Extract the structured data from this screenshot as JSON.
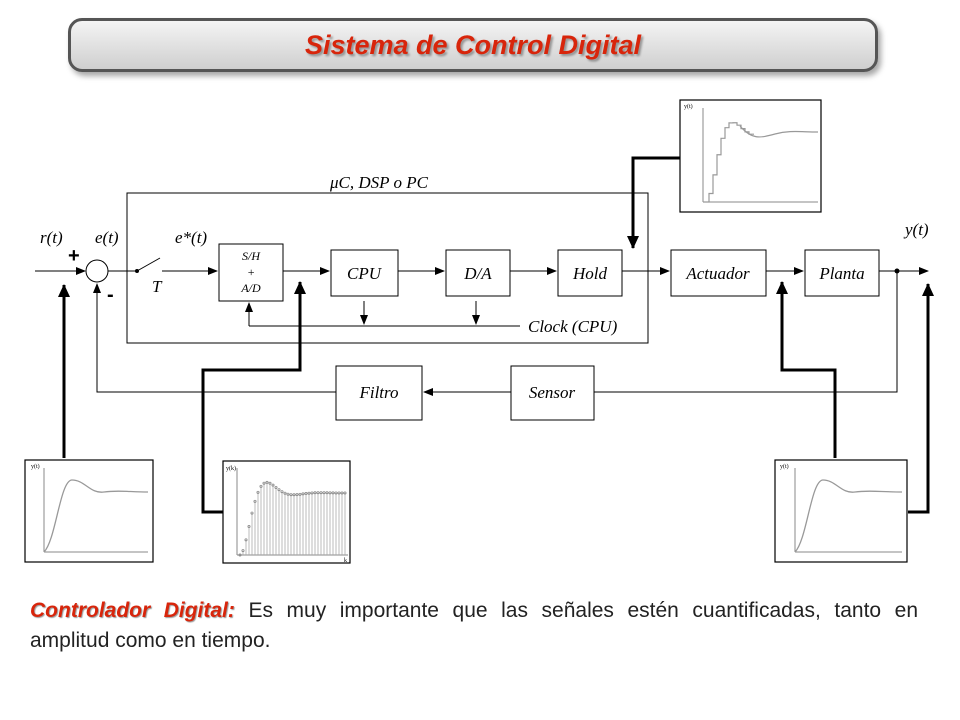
{
  "title": "Sistema de Control Digital",
  "diagram": {
    "computer_label": "μC, DSP o PC",
    "signals": {
      "reference": "r(t)",
      "error": "e(t)",
      "sampled_error": "e*(t)",
      "output": "y(t)",
      "sampling_period": "T",
      "plus_sign": "+",
      "minus_sign": "-"
    },
    "blocks": {
      "sh_line1": "S/H",
      "sh_line2": "+",
      "sh_line3": "A/D",
      "cpu": "CPU",
      "da": "D/A",
      "hold": "Hold",
      "actuator": "Actuador",
      "plant": "Planta",
      "filter": "Filtro",
      "sensor": "Sensor"
    },
    "clock_label": "Clock (CPU)",
    "plots": {
      "continuous_ylabel": "y(t)",
      "sampled_ylabel": "y(k)",
      "sampled_xlabel": "k",
      "held_ylabel": "y(t)"
    }
  },
  "caption": {
    "label": "Controlador Digital:",
    "text": " Es muy importante que las señales estén cuantificadas, tanto en amplitud como en tiempo."
  },
  "colors": {
    "title": "#d8250b",
    "label": "#d8250b"
  }
}
